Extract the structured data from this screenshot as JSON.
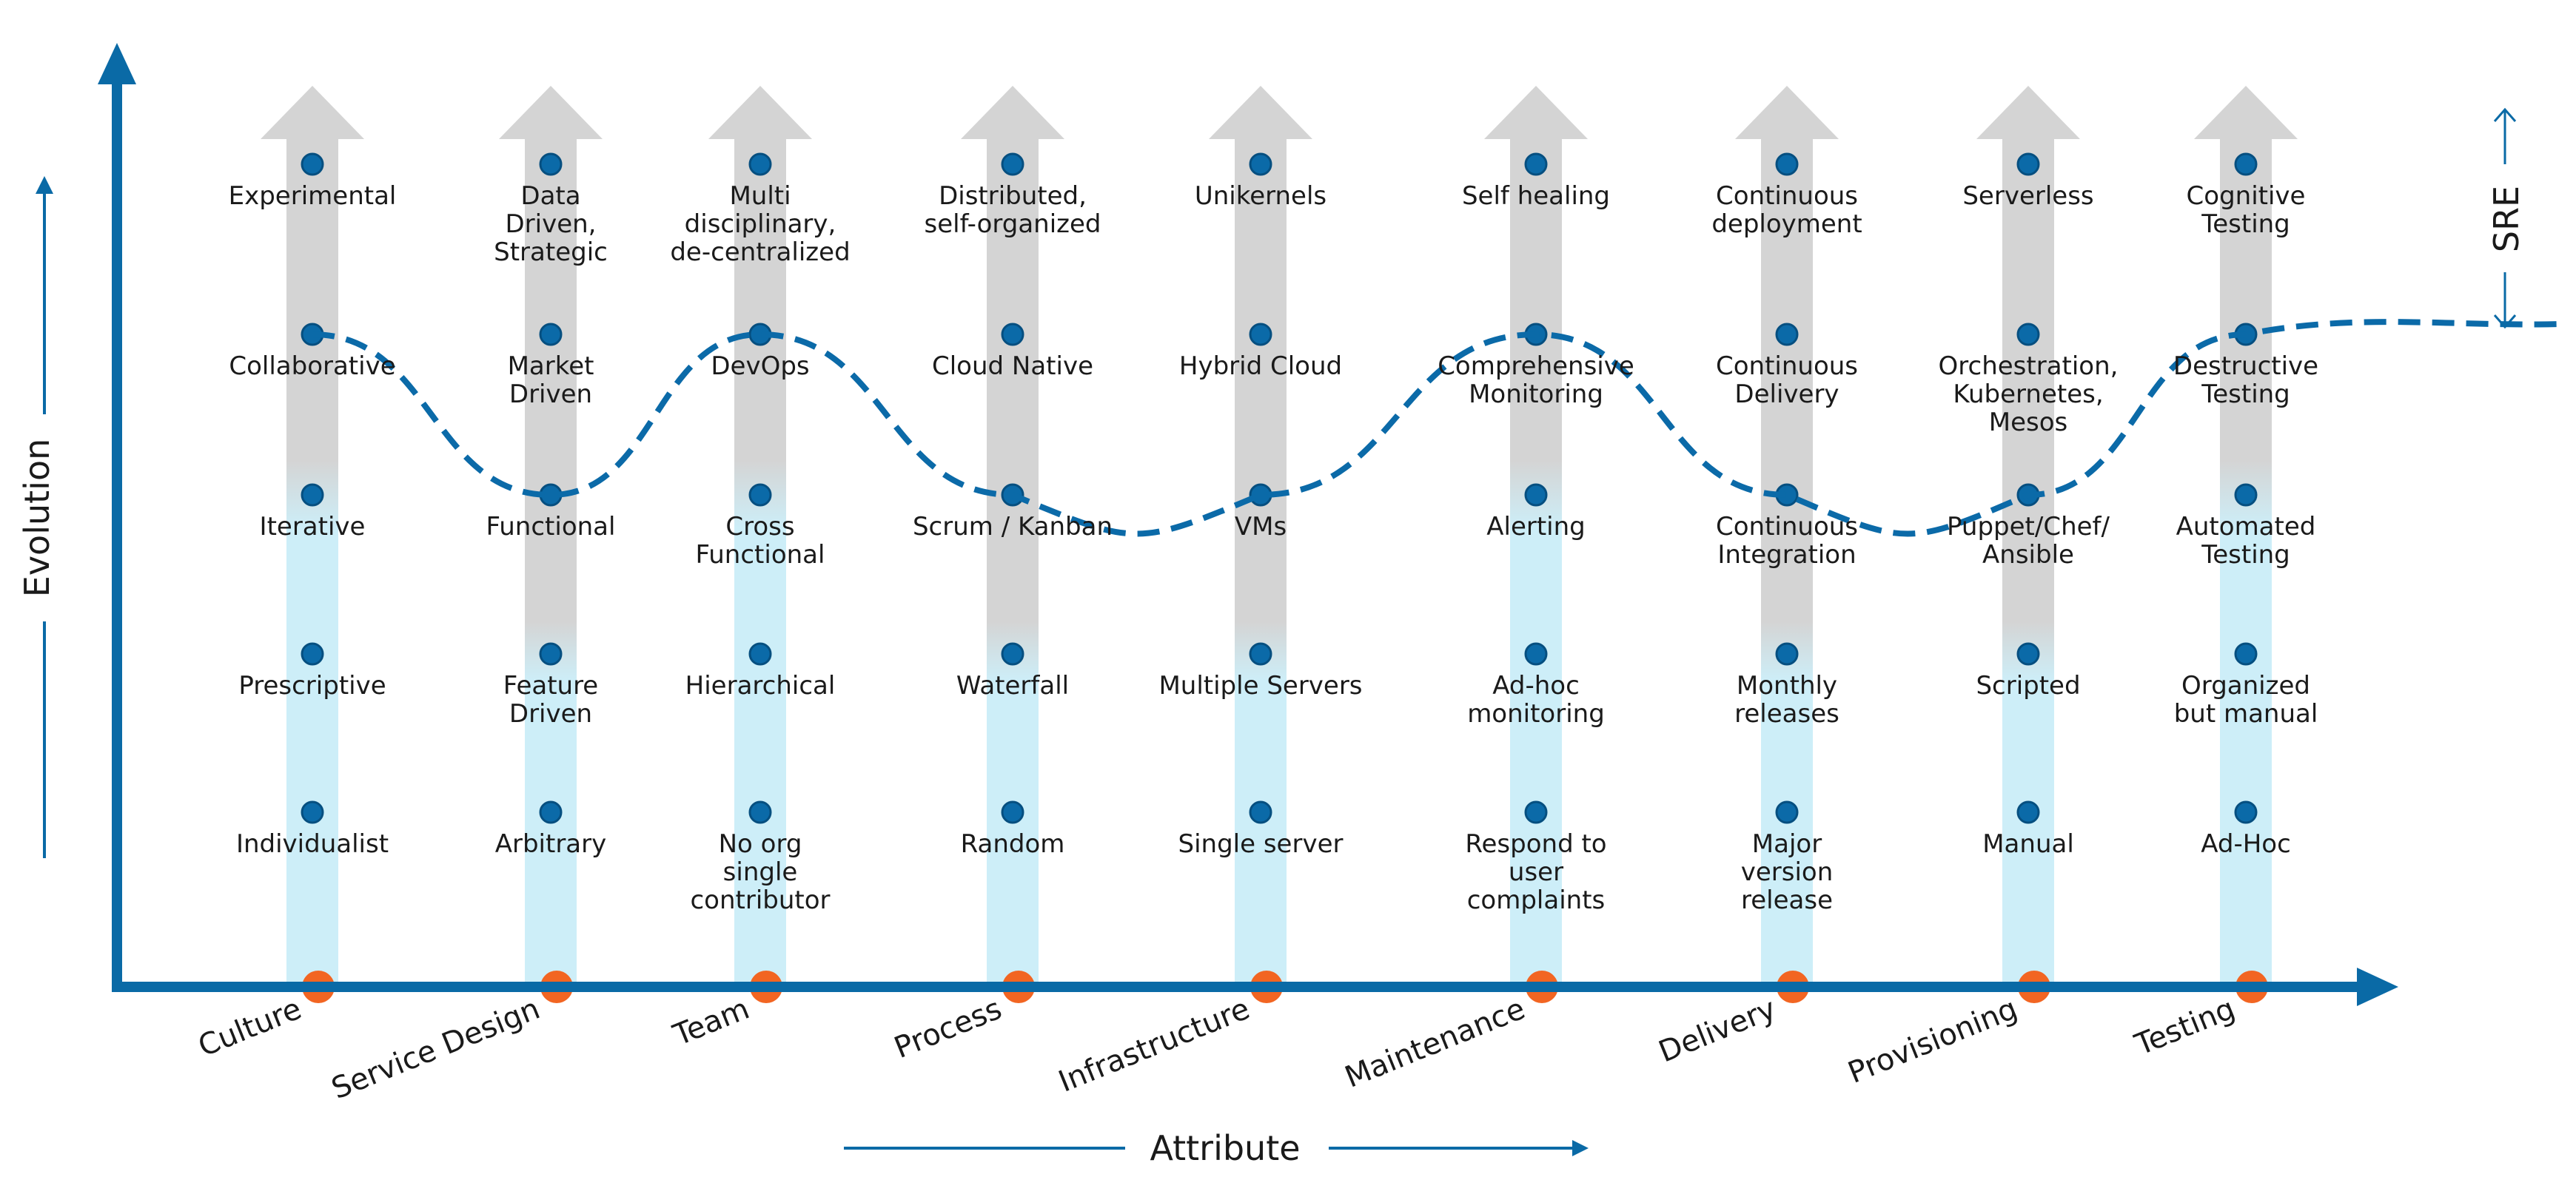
{
  "axes": {
    "y_label": "Evolution",
    "x_label": "Attribute",
    "sre_label": "SRE"
  },
  "colors": {
    "axis": "#0a6aa6",
    "arrow_gray": "#d4d4d4",
    "arrow_blue": "#cdeef8",
    "dot": "#0b6aa8",
    "base_dot": "#f26522",
    "curve": "#0b6aa8",
    "text": "#1a1a1a"
  },
  "columns": [
    {
      "attribute": "Culture",
      "levels": [
        "Individualist",
        "Prescriptive",
        "Iterative",
        "Collaborative",
        "Experimental"
      ],
      "sre_level": 4
    },
    {
      "attribute": "Service Design",
      "levels": [
        "Arbitrary",
        "Feature\nDriven",
        "Functional",
        "Market\nDriven",
        "Data\nDriven,\nStrategic"
      ],
      "sre_level": 3
    },
    {
      "attribute": "Team",
      "levels": [
        "No org\nsingle\ncontributor",
        "Hierarchical",
        "Cross\nFunctional",
        "DevOps",
        "Multi\ndisciplinary,\nde-centralized"
      ],
      "sre_level": 4
    },
    {
      "attribute": "Process",
      "levels": [
        "Random",
        "Waterfall",
        "Scrum / Kanban",
        "Cloud Native",
        "Distributed,\nself-organized"
      ],
      "sre_level": 3
    },
    {
      "attribute": "Infrastructure",
      "levels": [
        "Single server",
        "Multiple Servers",
        "VMs",
        "Hybrid Cloud",
        "Unikernels"
      ],
      "sre_level": 3
    },
    {
      "attribute": "Maintenance",
      "levels": [
        "Respond to\nuser\ncomplaints",
        "Ad-hoc\nmonitoring",
        "Alerting",
        "Comprehensive\nMonitoring",
        "Self healing"
      ],
      "sre_level": 4
    },
    {
      "attribute": "Delivery",
      "levels": [
        "Major\nversion\nrelease",
        "Monthly\nreleases",
        "Continuous\nIntegration",
        "Continuous\nDelivery",
        "Continuous\ndeployment"
      ],
      "sre_level": 3
    },
    {
      "attribute": "Provisioning",
      "levels": [
        "Manual",
        "Scripted",
        "Puppet/Chef/\nAnsible",
        "Orchestration,\nKubernetes,\nMesos",
        "Serverless"
      ],
      "sre_level": 3
    },
    {
      "attribute": "Testing",
      "levels": [
        "Ad-Hoc",
        "Organized\nbut manual",
        "Automated\nTesting",
        "Destructive\nTesting",
        "Cognitive\nTesting"
      ],
      "sre_level": 4
    }
  ]
}
